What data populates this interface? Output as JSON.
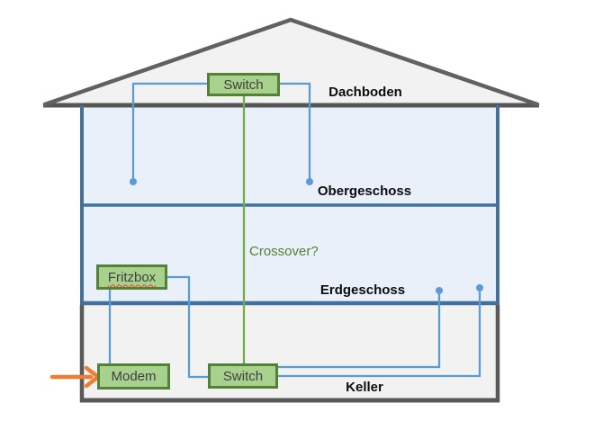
{
  "diagram": {
    "type": "home-network-floorplan",
    "floors": [
      {
        "label": "Dachboden"
      },
      {
        "label": "Obergeschoss"
      },
      {
        "label": "Erdgeschoss"
      },
      {
        "label": "Keller"
      }
    ],
    "devices": [
      {
        "label": "Switch"
      },
      {
        "label": "Fritzbox"
      },
      {
        "label": "Modem"
      },
      {
        "label": "Switch"
      }
    ],
    "annotations": [
      {
        "label": "Crossover?"
      }
    ],
    "colors": {
      "cable_blue": "#5b9bd5",
      "cable_green": "#70ad47",
      "wall_blue": "#41719c",
      "wall_gray": "#595959",
      "roof_gray": "#616161",
      "box_fill": "#a9d18e",
      "box_border": "#538135",
      "floor_fill_blue": "#e9f0f9",
      "floor_fill_gray": "#f2f2f2",
      "arrow_orange": "#ed7d31"
    }
  }
}
